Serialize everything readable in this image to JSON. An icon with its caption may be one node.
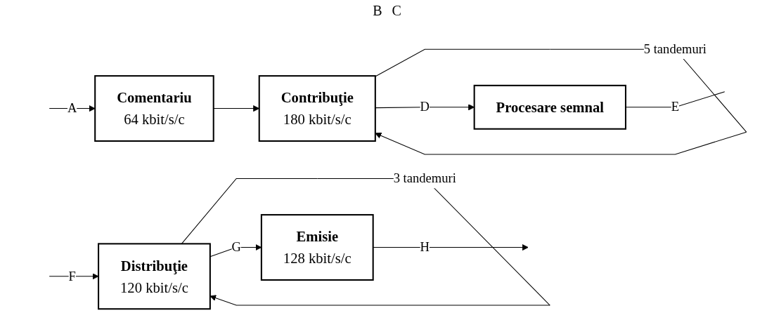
{
  "diagram": {
    "nodes": [
      {
        "text": [
          "Comentariu",
          "64 kbit/s/c"
        ]
      },
      {
        "text": [
          "Contribuţie",
          "180 kbit/s/c"
        ]
      },
      {
        "text": [
          "Procesare semnal"
        ]
      },
      {
        "text": [
          "Distribuţie",
          "120 kbit/s/c"
        ]
      },
      {
        "text": [
          "Emisie",
          "128 kbit/s/c"
        ]
      }
    ],
    "edges": [
      {
        "from": null,
        "to": 0,
        "arrow": "to",
        "label": "A"
      },
      {
        "from": 0,
        "to": 1,
        "arrow": "to"
      },
      {
        "from": 1,
        "to": 1,
        "arrow": "to",
        "label": "5 tandemuri"
      },
      {
        "from": 1,
        "to": 2,
        "arrow": "to",
        "label": "D"
      },
      {
        "from": 2,
        "to": null,
        "arrow": "none",
        "label": "E"
      },
      {
        "from": null,
        "to": 3,
        "arrow": "to",
        "label": "F"
      },
      {
        "from": 3,
        "to": 3,
        "arrow": "to",
        "label": "3 tandemuri"
      },
      {
        "from": 3,
        "to": 4,
        "arrow": "to",
        "label": "G"
      },
      {
        "from": 4,
        "to": null,
        "arrow": "to",
        "label": "H"
      }
    ],
    "labels": [
      "B",
      "C"
    ]
  }
}
